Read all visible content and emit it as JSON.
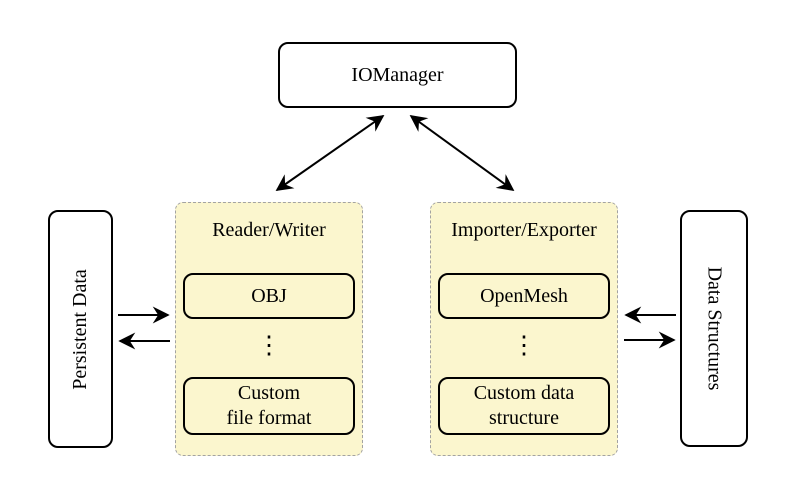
{
  "diagram": {
    "io_manager": {
      "label": "IOManager"
    },
    "reader_writer": {
      "title": "Reader/Writer",
      "box1_label": "OBJ",
      "dots": "⋮",
      "box2_line1": "Custom",
      "box2_line2": "file format"
    },
    "importer_exporter": {
      "title": "Importer/Exporter",
      "box1_label": "OpenMesh",
      "dots": "⋮",
      "box2_line1": "Custom data",
      "box2_line2": "structure"
    },
    "persistent_data": {
      "label": "Persistent Data"
    },
    "data_structures": {
      "label": "Data Structures"
    },
    "colors": {
      "container_fill": "#fbf6ce",
      "container_border": "#a3a3a3",
      "node_border": "#000000",
      "arrow": "#000000",
      "background": "#ffffff"
    }
  }
}
